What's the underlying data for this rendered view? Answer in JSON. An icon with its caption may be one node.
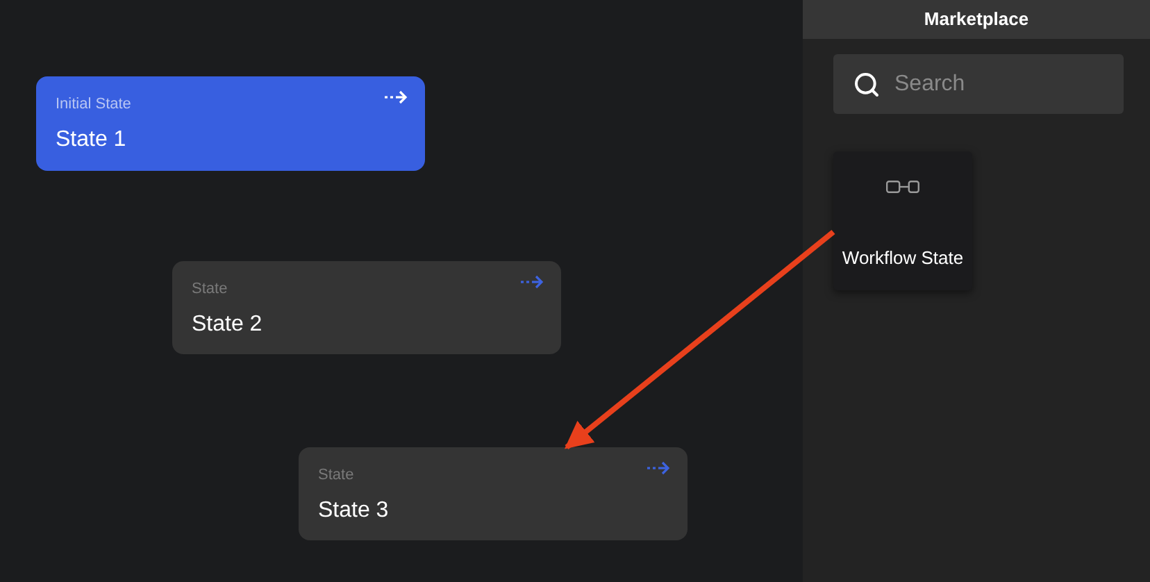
{
  "diagram": {
    "nodes": [
      {
        "text": [
          "Initial State",
          "State 1"
        ]
      },
      {
        "text": [
          "State",
          "State 2"
        ]
      },
      {
        "text": [
          "State",
          "State 3"
        ]
      },
      {
        "text": [
          "Marketplace"
        ]
      },
      {
        "text": [
          "Workflow State"
        ],
        "in": 3
      }
    ],
    "edges": [
      {
        "from": 4,
        "to": 2,
        "arrow": "to",
        "color": "#e8401c"
      }
    ],
    "labels": [
      "Search"
    ]
  }
}
